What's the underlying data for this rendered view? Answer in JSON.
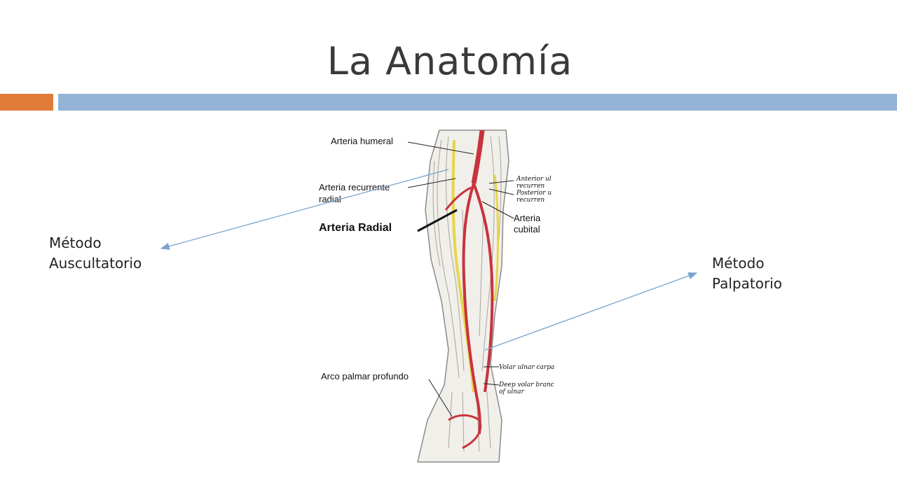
{
  "slide": {
    "title": "La Anatomía",
    "accent_orange": "#E07B39",
    "accent_blue": "#93B3D7"
  },
  "annotations": {
    "left_method": {
      "line1": "Método",
      "line2": "Auscultatorio"
    },
    "right_method": {
      "line1": "Método",
      "line2": "Palpatorio"
    },
    "arrow_color": "#7AA3CE"
  },
  "illustration": {
    "labels": {
      "arteria_humeral": "Arteria humeral",
      "recurrente_1": "Arteria recurrente",
      "recurrente_2": "radial",
      "arteria_radial": "Arteria Radial",
      "arteria_cubital_1": "Arteria",
      "arteria_cubital_2": "cubital",
      "arco_palmar": "Arco palmar profundo",
      "anterior_ulnar_1": "Anterior ul",
      "anterior_ulnar_2": "recurren",
      "posterior_ulnar_1": "Posterior u",
      "posterior_ulnar_2": "recurren",
      "volar_ulnar": "Volar ulnar carpa",
      "deep_volar_1": "Deep volar branc",
      "deep_volar_2": "of ulnar"
    }
  }
}
